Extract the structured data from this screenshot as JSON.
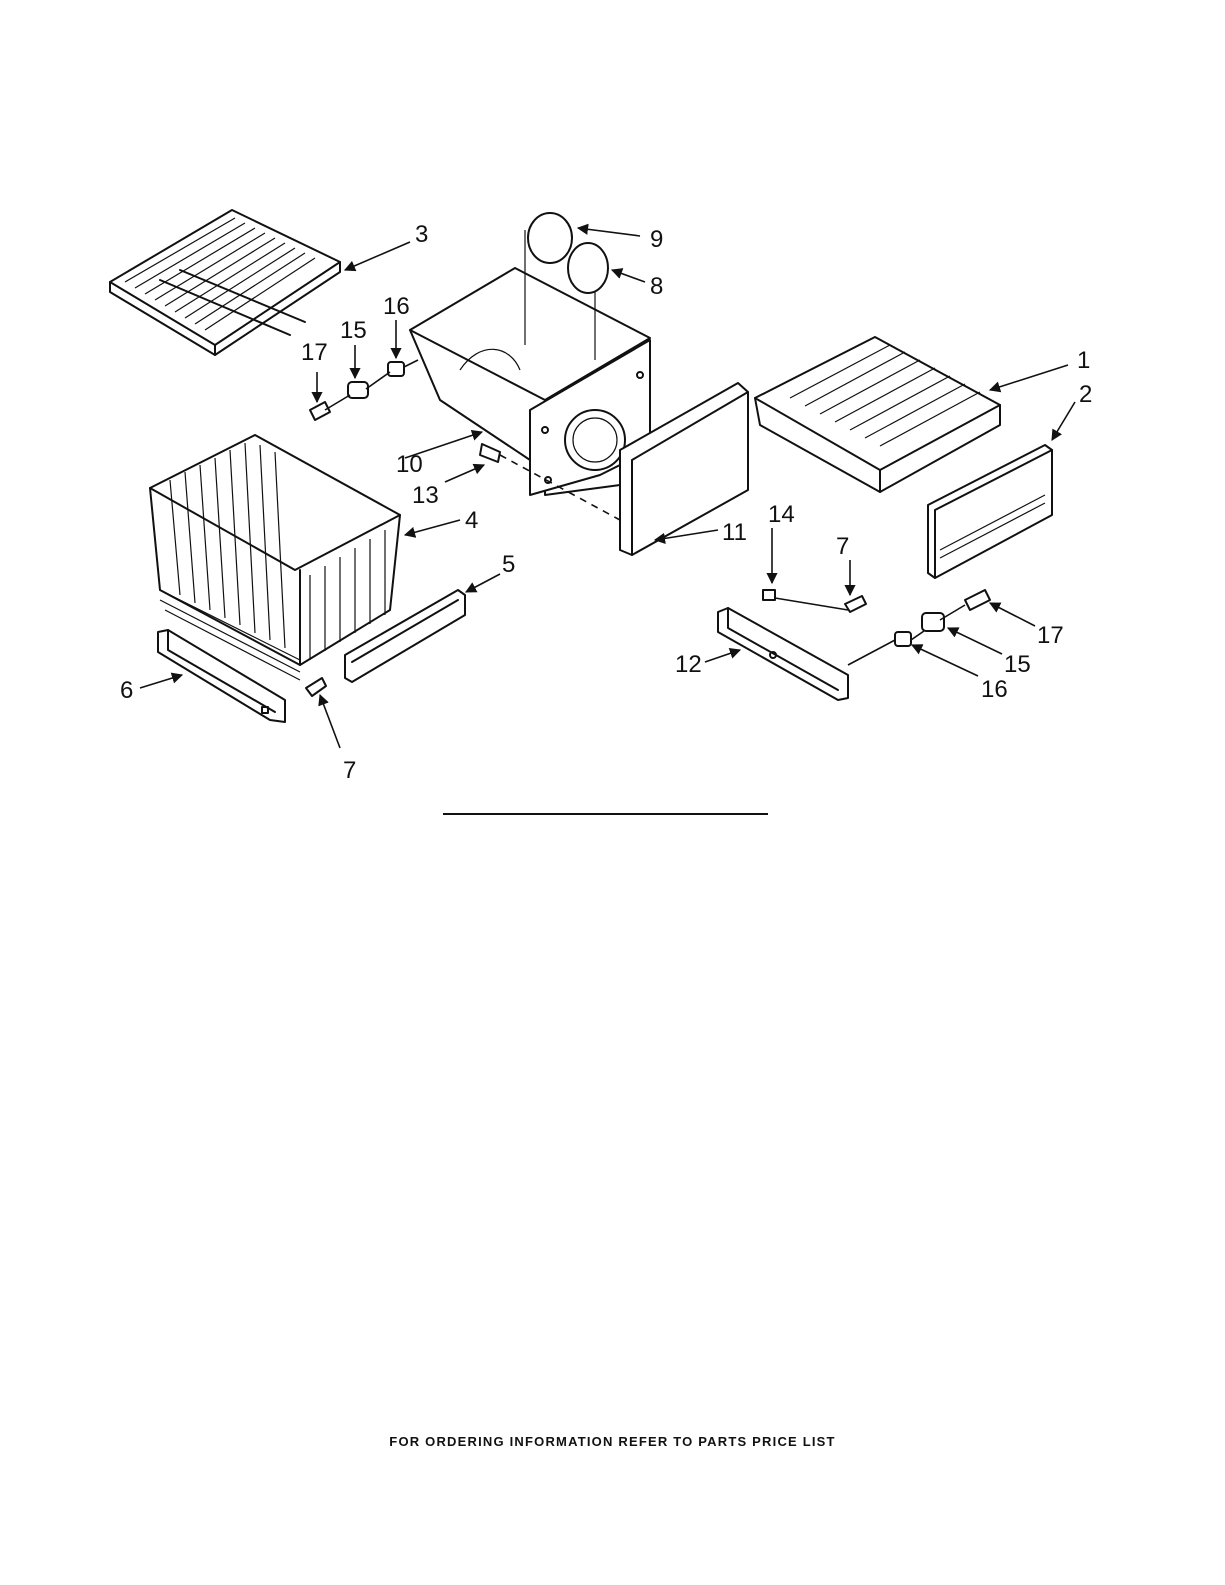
{
  "diagram": {
    "callouts": {
      "c1": "1",
      "c2": "2",
      "c3": "3",
      "c4": "4",
      "c5": "5",
      "c6": "6",
      "c7a": "7",
      "c7b": "7",
      "c8": "8",
      "c9": "9",
      "c10": "10",
      "c11": "11",
      "c12": "12",
      "c13": "13",
      "c14": "14",
      "c15a": "15",
      "c15b": "15",
      "c16a": "16",
      "c16b": "16",
      "c17a": "17",
      "c17b": "17"
    }
  },
  "footer": {
    "note": "FOR ORDERING INFORMATION REFER TO PARTS PRICE LIST"
  }
}
